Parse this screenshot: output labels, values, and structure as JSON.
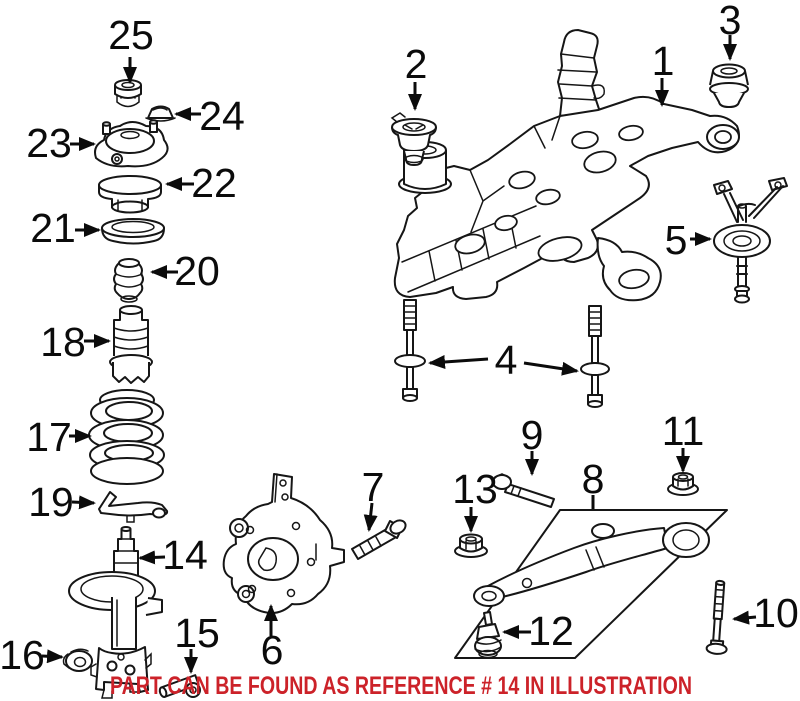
{
  "figure": {
    "type": "exploded-parts-illustration",
    "subject": "front-suspension-and-crossmember",
    "background_color": "#ffffff",
    "line_color": "#161616",
    "callout_color": "#0b0b0b"
  },
  "caption": {
    "text": "PART CAN BE FOUND AS REFERENCE # 14 IN ILLUSTRATION",
    "color": "#cc2229"
  },
  "callouts": [
    {
      "num": "1",
      "part": "subframe-crossmember"
    },
    {
      "num": "2",
      "part": "crossmember-front-bushing"
    },
    {
      "num": "3",
      "part": "crossmember-rear-bushing"
    },
    {
      "num": "4",
      "part": "crossmember-mounting-bolts"
    },
    {
      "num": "5",
      "part": "rear-mount-bracket-and-bolt"
    },
    {
      "num": "6",
      "part": "steering-knuckle"
    },
    {
      "num": "7",
      "part": "knuckle-to-strut-bolt"
    },
    {
      "num": "8",
      "part": "lower-control-arm"
    },
    {
      "num": "9",
      "part": "control-arm-front-bolt"
    },
    {
      "num": "10",
      "part": "control-arm-rear-bolt"
    },
    {
      "num": "11",
      "part": "control-arm-nut"
    },
    {
      "num": "12",
      "part": "ball-joint"
    },
    {
      "num": "13",
      "part": "control-arm-front-nut"
    },
    {
      "num": "14",
      "part": "strut-assembly"
    },
    {
      "num": "15",
      "part": "strut-lower-bolt"
    },
    {
      "num": "16",
      "part": "strut-mount-nut"
    },
    {
      "num": "17",
      "part": "coil-spring"
    },
    {
      "num": "18",
      "part": "strut-dust-boot"
    },
    {
      "num": "19",
      "part": "lower-spring-seat"
    },
    {
      "num": "20",
      "part": "jounce-bumper"
    },
    {
      "num": "21",
      "part": "upper-spring-seat"
    },
    {
      "num": "22",
      "part": "strut-bearing-cup"
    },
    {
      "num": "23",
      "part": "strut-mount"
    },
    {
      "num": "24",
      "part": "strut-mount-cap"
    },
    {
      "num": "25",
      "part": "strut-rod-nut"
    }
  ]
}
